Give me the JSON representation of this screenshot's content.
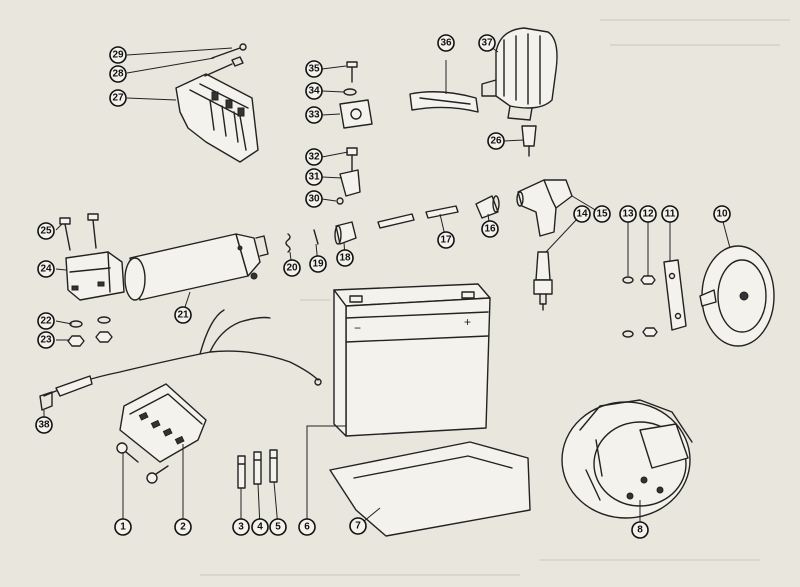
{
  "callouts": [
    "1",
    "2",
    "3",
    "4",
    "5",
    "6",
    "7",
    "8",
    "10",
    "11",
    "12",
    "13",
    "14",
    "15",
    "16",
    "17",
    "18",
    "19",
    "20",
    "21",
    "22",
    "23",
    "24",
    "25",
    "26",
    "27",
    "28",
    "29",
    "30",
    "31",
    "32",
    "33",
    "34",
    "35",
    "36",
    "37",
    "38"
  ]
}
